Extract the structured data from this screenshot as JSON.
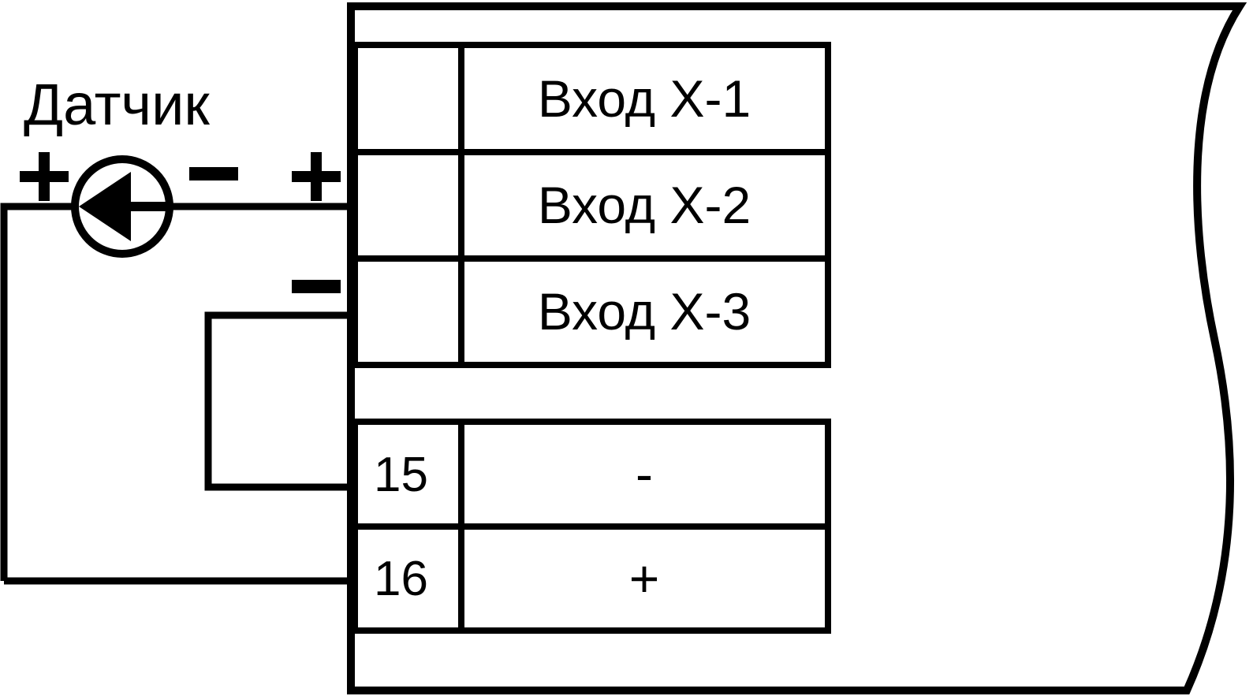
{
  "diagram": {
    "title_label": "Датчик",
    "device": {
      "name": "controller-terminal-block",
      "break_edge": "wavy-break-line"
    },
    "source_symbol": {
      "type": "current-source",
      "arrow_direction": "left"
    },
    "polarity_marks": [
      {
        "id": "sensor-left-plus",
        "sign": "+"
      },
      {
        "id": "sensor-right-minus",
        "sign": "−"
      },
      {
        "id": "terminal-input-plus",
        "sign": "+"
      },
      {
        "id": "terminal-input-minus",
        "sign": "−"
      }
    ],
    "input_table": {
      "rows": [
        {
          "number": "",
          "label": "Вход X-1"
        },
        {
          "number": "",
          "label": "Вход X-2"
        },
        {
          "number": "",
          "label": "Вход X-3"
        }
      ]
    },
    "power_table": {
      "rows": [
        {
          "number": "15",
          "label": "-"
        },
        {
          "number": "16",
          "label": "+"
        }
      ]
    },
    "colors": {
      "line": "#000000",
      "background": "#ffffff"
    }
  }
}
